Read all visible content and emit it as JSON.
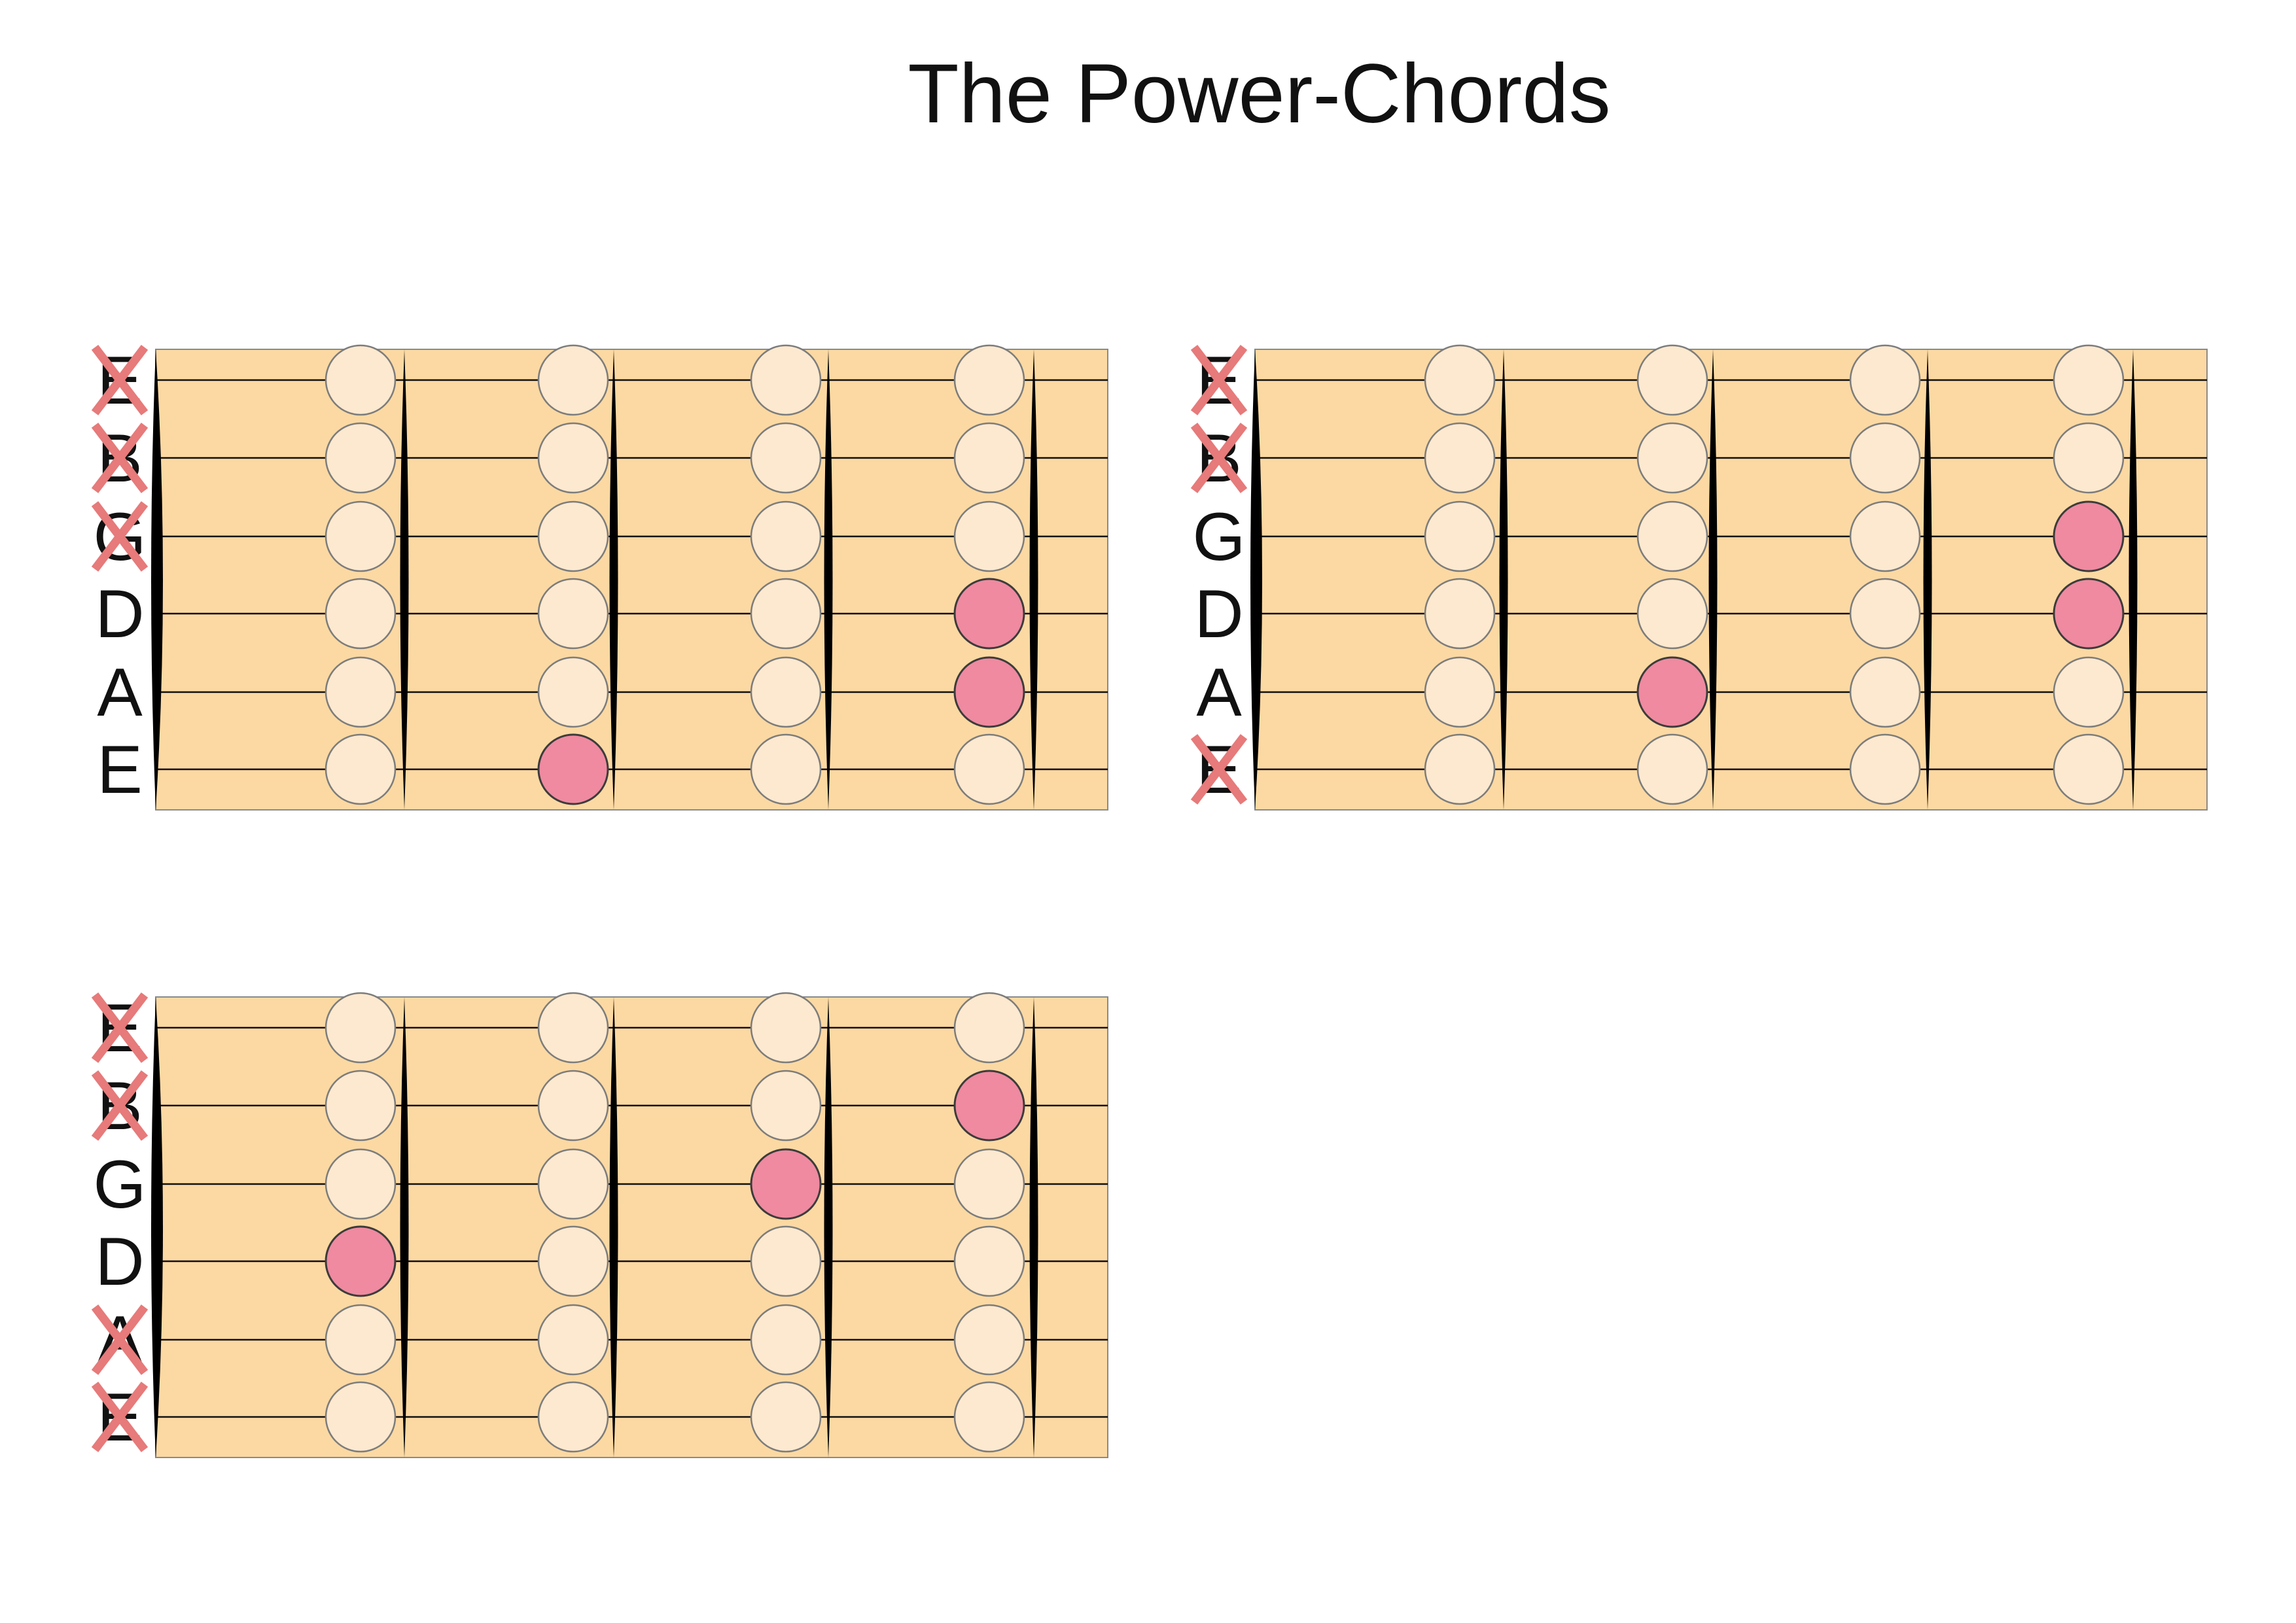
{
  "page": {
    "title": "The Power-Chords"
  },
  "colors": {
    "fretboard": "#fcd9a2",
    "dot": "#fde9cf",
    "dot_stroke": "#7c7c7c",
    "active_dot": "#ef8aa0",
    "active_stroke": "#3c3c3c",
    "mute_x": "#e77a7a",
    "string": "#111111",
    "fret": "#000000"
  },
  "diagrams": [
    {
      "strings": [
        "E",
        "B",
        "G",
        "D",
        "A",
        "E"
      ],
      "muted": [
        true,
        true,
        true,
        false,
        false,
        false
      ],
      "frets": 4,
      "active": [
        [
          5,
          2
        ],
        [
          4,
          4
        ],
        [
          3,
          4
        ]
      ]
    },
    {
      "strings": [
        "E",
        "B",
        "G",
        "D",
        "A",
        "E"
      ],
      "muted": [
        true,
        true,
        false,
        false,
        false,
        true
      ],
      "frets": 4,
      "active": [
        [
          4,
          2
        ],
        [
          3,
          4
        ],
        [
          2,
          4
        ]
      ]
    },
    {
      "strings": [
        "E",
        "B",
        "G",
        "D",
        "A",
        "E"
      ],
      "muted": [
        true,
        true,
        false,
        false,
        true,
        true
      ],
      "frets": 4,
      "active": [
        [
          3,
          1
        ],
        [
          2,
          3
        ],
        [
          1,
          4
        ]
      ]
    }
  ]
}
